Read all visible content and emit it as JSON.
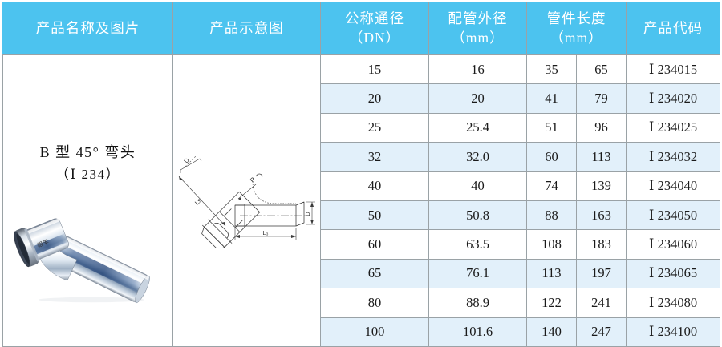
{
  "table": {
    "headers": [
      {
        "id": "product-name-image",
        "line1": "产品名称及图片",
        "line2": ""
      },
      {
        "id": "product-schematic",
        "line1": "产品示意图",
        "line2": ""
      },
      {
        "id": "nominal-diameter",
        "line1": "公称通径",
        "line2": "（DN）"
      },
      {
        "id": "pipe-outer-diameter",
        "line1": "配管外径",
        "line2": "（mm）"
      },
      {
        "id": "fitting-length",
        "line1": "管件长度",
        "line2": "（mm）"
      },
      {
        "id": "product-code",
        "line1": "产品代码",
        "line2": ""
      }
    ],
    "rows": [
      {
        "dn": "15",
        "od": "16",
        "len1": "35",
        "len2": "65",
        "code": "Ⅰ 234015"
      },
      {
        "dn": "20",
        "od": "20",
        "len1": "41",
        "len2": "79",
        "code": "Ⅰ 234020"
      },
      {
        "dn": "25",
        "od": "25.4",
        "len1": "51",
        "len2": "96",
        "code": "Ⅰ 234025"
      },
      {
        "dn": "32",
        "od": "32.0",
        "len1": "60",
        "len2": "113",
        "code": "Ⅰ 234032"
      },
      {
        "dn": "40",
        "od": "40",
        "len1": "74",
        "len2": "139",
        "code": "Ⅰ 234040"
      },
      {
        "dn": "50",
        "od": "50.8",
        "len1": "88",
        "len2": "163",
        "code": "Ⅰ 234050"
      },
      {
        "dn": "60",
        "od": "63.5",
        "len1": "108",
        "len2": "183",
        "code": "Ⅰ 234060"
      },
      {
        "dn": "65",
        "od": "76.1",
        "len1": "113",
        "len2": "197",
        "code": "Ⅰ 234065"
      },
      {
        "dn": "80",
        "od": "88.9",
        "len1": "122",
        "len2": "241",
        "code": "Ⅰ 234080"
      },
      {
        "dn": "100",
        "od": "101.6",
        "len1": "140",
        "len2": "247",
        "code": "Ⅰ 234100"
      }
    ]
  },
  "product": {
    "name": "B 型 45°  弯头",
    "code": "（Ⅰ 234）",
    "photo_alt": "stainless-steel-45-degree-elbow-photo"
  },
  "schematic": {
    "alt": "45-degree-elbow-dimension-drawing",
    "labels": {
      "d_left": "D",
      "d_right": "D",
      "ls": "Ls",
      "l3": "L₃",
      "r": "R"
    }
  },
  "colors": {
    "header_blue": "#4cc3ef",
    "row_alt_blue": "#e2f0fa",
    "row_white": "#ffffff",
    "grid_line": "#9aa2a6",
    "text": "#1a1a1a"
  }
}
